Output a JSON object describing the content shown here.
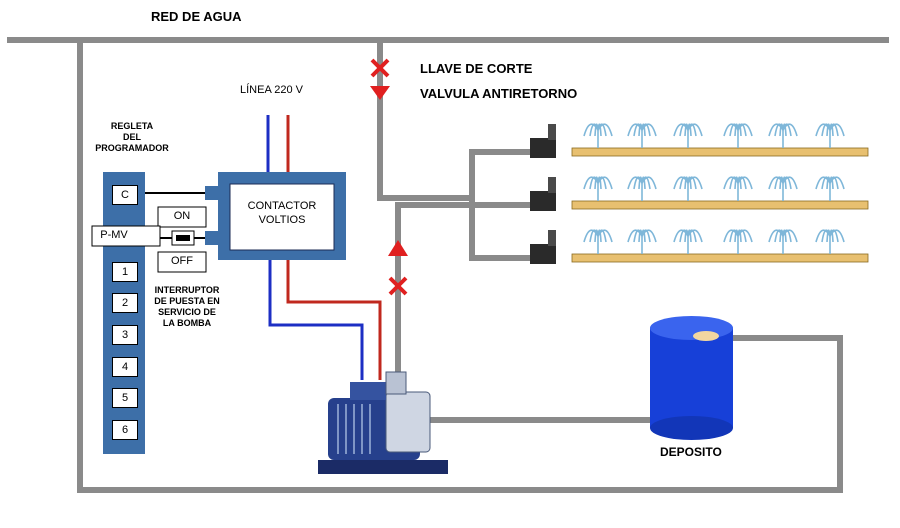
{
  "labels": {
    "red_agua": "RED DE AGUA",
    "llave_corte": "LLAVE DE CORTE",
    "valvula": "VALVULA ANTIRETORNO",
    "linea": "LÍNEA 220 V",
    "regleta": [
      "REGLETA",
      "DEL",
      "PROGRAMADOR"
    ],
    "contactor": [
      "CONTACTOR",
      "VOLTIOS"
    ],
    "interruptor": [
      "INTERRUPTOR",
      "DE PUESTA EN",
      "SERVICIO DE",
      "LA BOMBA"
    ],
    "deposito": "DEPOSITO",
    "switch_on": "ON",
    "switch_off": "OFF",
    "pmv": "P-MV"
  },
  "terminals": [
    "C",
    "1",
    "2",
    "3",
    "4",
    "5",
    "6"
  ],
  "colors": {
    "pipe": "#8a8a8a",
    "wire_blue": "#1d2fc4",
    "wire_red": "#c0281e",
    "panel_blue": "#3d6fa8",
    "tank_blue": "#1740d8",
    "pump_blue": "#26408c",
    "mark_red": "#e02020",
    "drip_tube": "#e8c070",
    "sprinkler": "#7fb7d9"
  }
}
